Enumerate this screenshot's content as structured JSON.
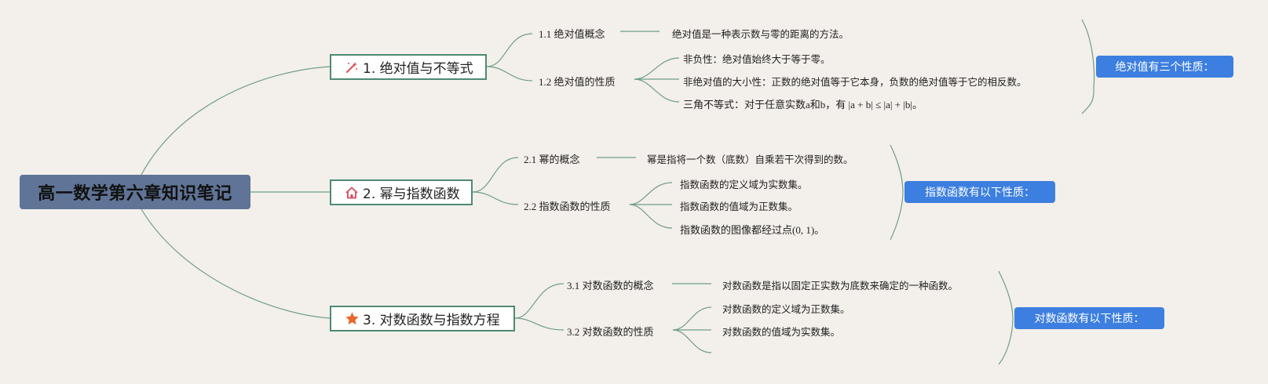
{
  "root": {
    "title": "高一数学第六章知识笔记"
  },
  "topics": [
    {
      "label": "1. 绝对值与不等式",
      "icon": "magic-wand-icon",
      "subtopics": [
        {
          "label": "1.1 绝对值概念",
          "details": [
            "绝对值是一种表示数与零的距离的方法。"
          ]
        },
        {
          "label": "1.2 绝对值的性质",
          "details": [
            "非负性：绝对值始终大于等于零。",
            "非绝对值的大小性：正数的绝对值等于它本身，负数的绝对值等于它的相反数。",
            "三角不等式：对于任意实数a和b，有 |a + b| ≤ |a| + |b|。"
          ]
        }
      ],
      "summary": "绝对值有三个性质："
    },
    {
      "label": "2. 幂与指数函数",
      "icon": "home-icon",
      "subtopics": [
        {
          "label": "2.1 幂的概念",
          "details": [
            "幂是指将一个数（底数）自乘若干次得到的数。"
          ]
        },
        {
          "label": "2.2 指数函数的性质",
          "details": [
            "指数函数的定义域为实数集。",
            "指数函数的值域为正数集。",
            "指数函数的图像都经过点(0, 1)。"
          ]
        }
      ],
      "summary": "指数函数有以下性质："
    },
    {
      "label": "3. 对数函数与指数方程",
      "icon": "star-icon",
      "subtopics": [
        {
          "label": "3.1 对数函数的概念",
          "details": [
            "对数函数是指以固定正实数为底数来确定的一种函数。"
          ]
        },
        {
          "label": "3.2 对数函数的性质",
          "details": [
            "对数函数的定义域为正数集。",
            "对数函数的值域为实数集。"
          ]
        }
      ],
      "summary": "对数函数有以下性质："
    }
  ],
  "colors": {
    "background": "#f3efea",
    "root_fill": "#5f7496",
    "topic_border": "#4d8a73",
    "connector": "#6e9f86",
    "summary_fill": "#3d7fe0",
    "icon_red": "#d9534f",
    "icon_orange": "#e8662c"
  }
}
